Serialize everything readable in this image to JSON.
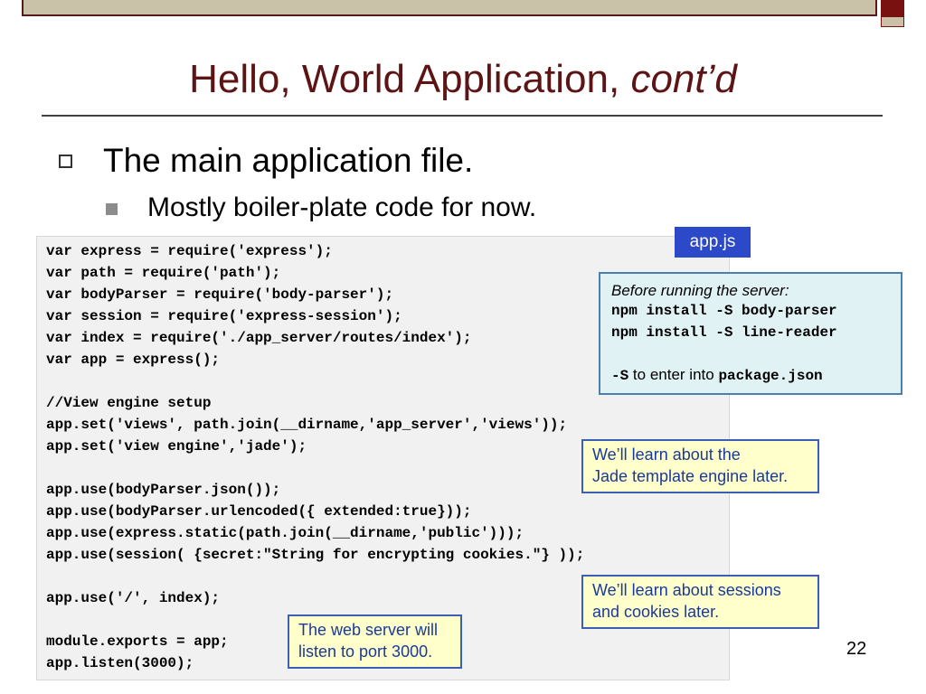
{
  "slide": {
    "title_main": "Hello, World Application, ",
    "title_italic": "cont’d",
    "bullet_level1": "The main application file.",
    "bullet_level2": "Mostly boiler-plate code for now.",
    "page_number": "22"
  },
  "code": {
    "lines": [
      "var express = require('express');",
      "var path = require('path');",
      "var bodyParser = require('body-parser');",
      "var session = require('express-session');",
      "var index = require('./app_server/routes/index');",
      "var app = express();",
      "",
      "//View engine setup",
      "app.set('views', path.join(__dirname,'app_server','views'));",
      "app.set('view engine','jade');",
      "",
      "app.use(bodyParser.json());",
      "app.use(bodyParser.urlencoded({ extended:true}));",
      "app.use(express.static(path.join(__dirname,'public')));",
      "app.use(session( {secret:\"String for encrypting cookies.\"} ));",
      "",
      "app.use('/', index);",
      "",
      "module.exports = app;",
      "app.listen(3000);"
    ]
  },
  "callouts": {
    "filename": "app.js",
    "install": {
      "header": "Before running the server:",
      "cmd1": "npm install -S body-parser",
      "cmd2": "npm install -S line-reader",
      "flag": "-S",
      "flag_text": " to enter into ",
      "file": "package.json"
    },
    "jade_line1": "We’ll learn about the",
    "jade_line2": "Jade template engine later.",
    "sessions_line1": "We’ll learn about sessions",
    "sessions_line2": "and cookies later.",
    "port_line1": "The web server will",
    "port_line2": "listen to port 3000."
  }
}
